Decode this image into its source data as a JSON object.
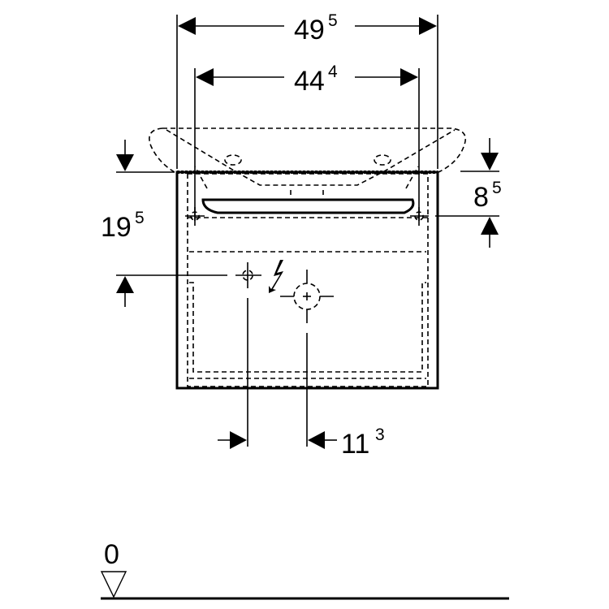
{
  "drawing": {
    "type": "technical-dimension-drawing",
    "subject": "vanity unit with washbasin, front elevation",
    "units_implied": "cm",
    "colors": {
      "line": "#000000",
      "background": "#ffffff"
    }
  },
  "dimensions": {
    "overall_width": {
      "main": "49",
      "sup": "5"
    },
    "inner_width": {
      "main": "44",
      "sup": "4"
    },
    "height_fixing": {
      "main": "19",
      "sup": "5"
    },
    "top_to_fixing": {
      "main": "8",
      "sup": "5"
    },
    "drain_offset": {
      "main": "11",
      "sup": "3"
    }
  },
  "floor_level": {
    "label": "0"
  },
  "symbols": {
    "electrical": "lightning-bolt-icon",
    "drain_center": "crosshair-circle-icon",
    "water_supply": "crosshair-small-icon",
    "floor_marker": "level-triangle-icon"
  }
}
